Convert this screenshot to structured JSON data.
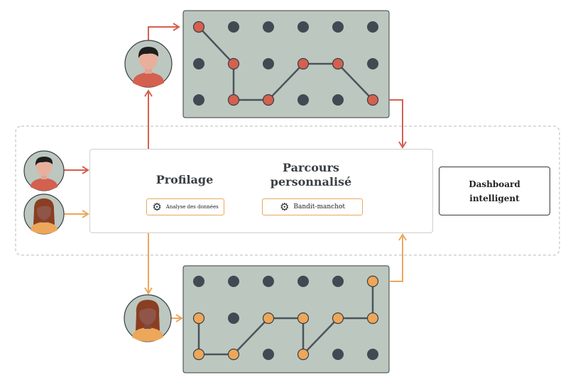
{
  "center": {
    "profiling_title": "Profilage",
    "path_title_line1": "Parcours",
    "path_title_line2": "personnalisé",
    "analysis_label": "Analyse des données",
    "bandit_label": "Bandit-manchot"
  },
  "dashboard": {
    "line1": "Dashboard",
    "line2": "intelligent"
  },
  "icons": {
    "analysis": "gear-icon",
    "bandit": "gear-icon"
  },
  "colors": {
    "red_path": "#d4604f",
    "orange_path": "#eda75a",
    "node_dark": "#3f4a52",
    "panel_bg": "#bcc7c0",
    "dashed_border": "#c8c8c8"
  }
}
